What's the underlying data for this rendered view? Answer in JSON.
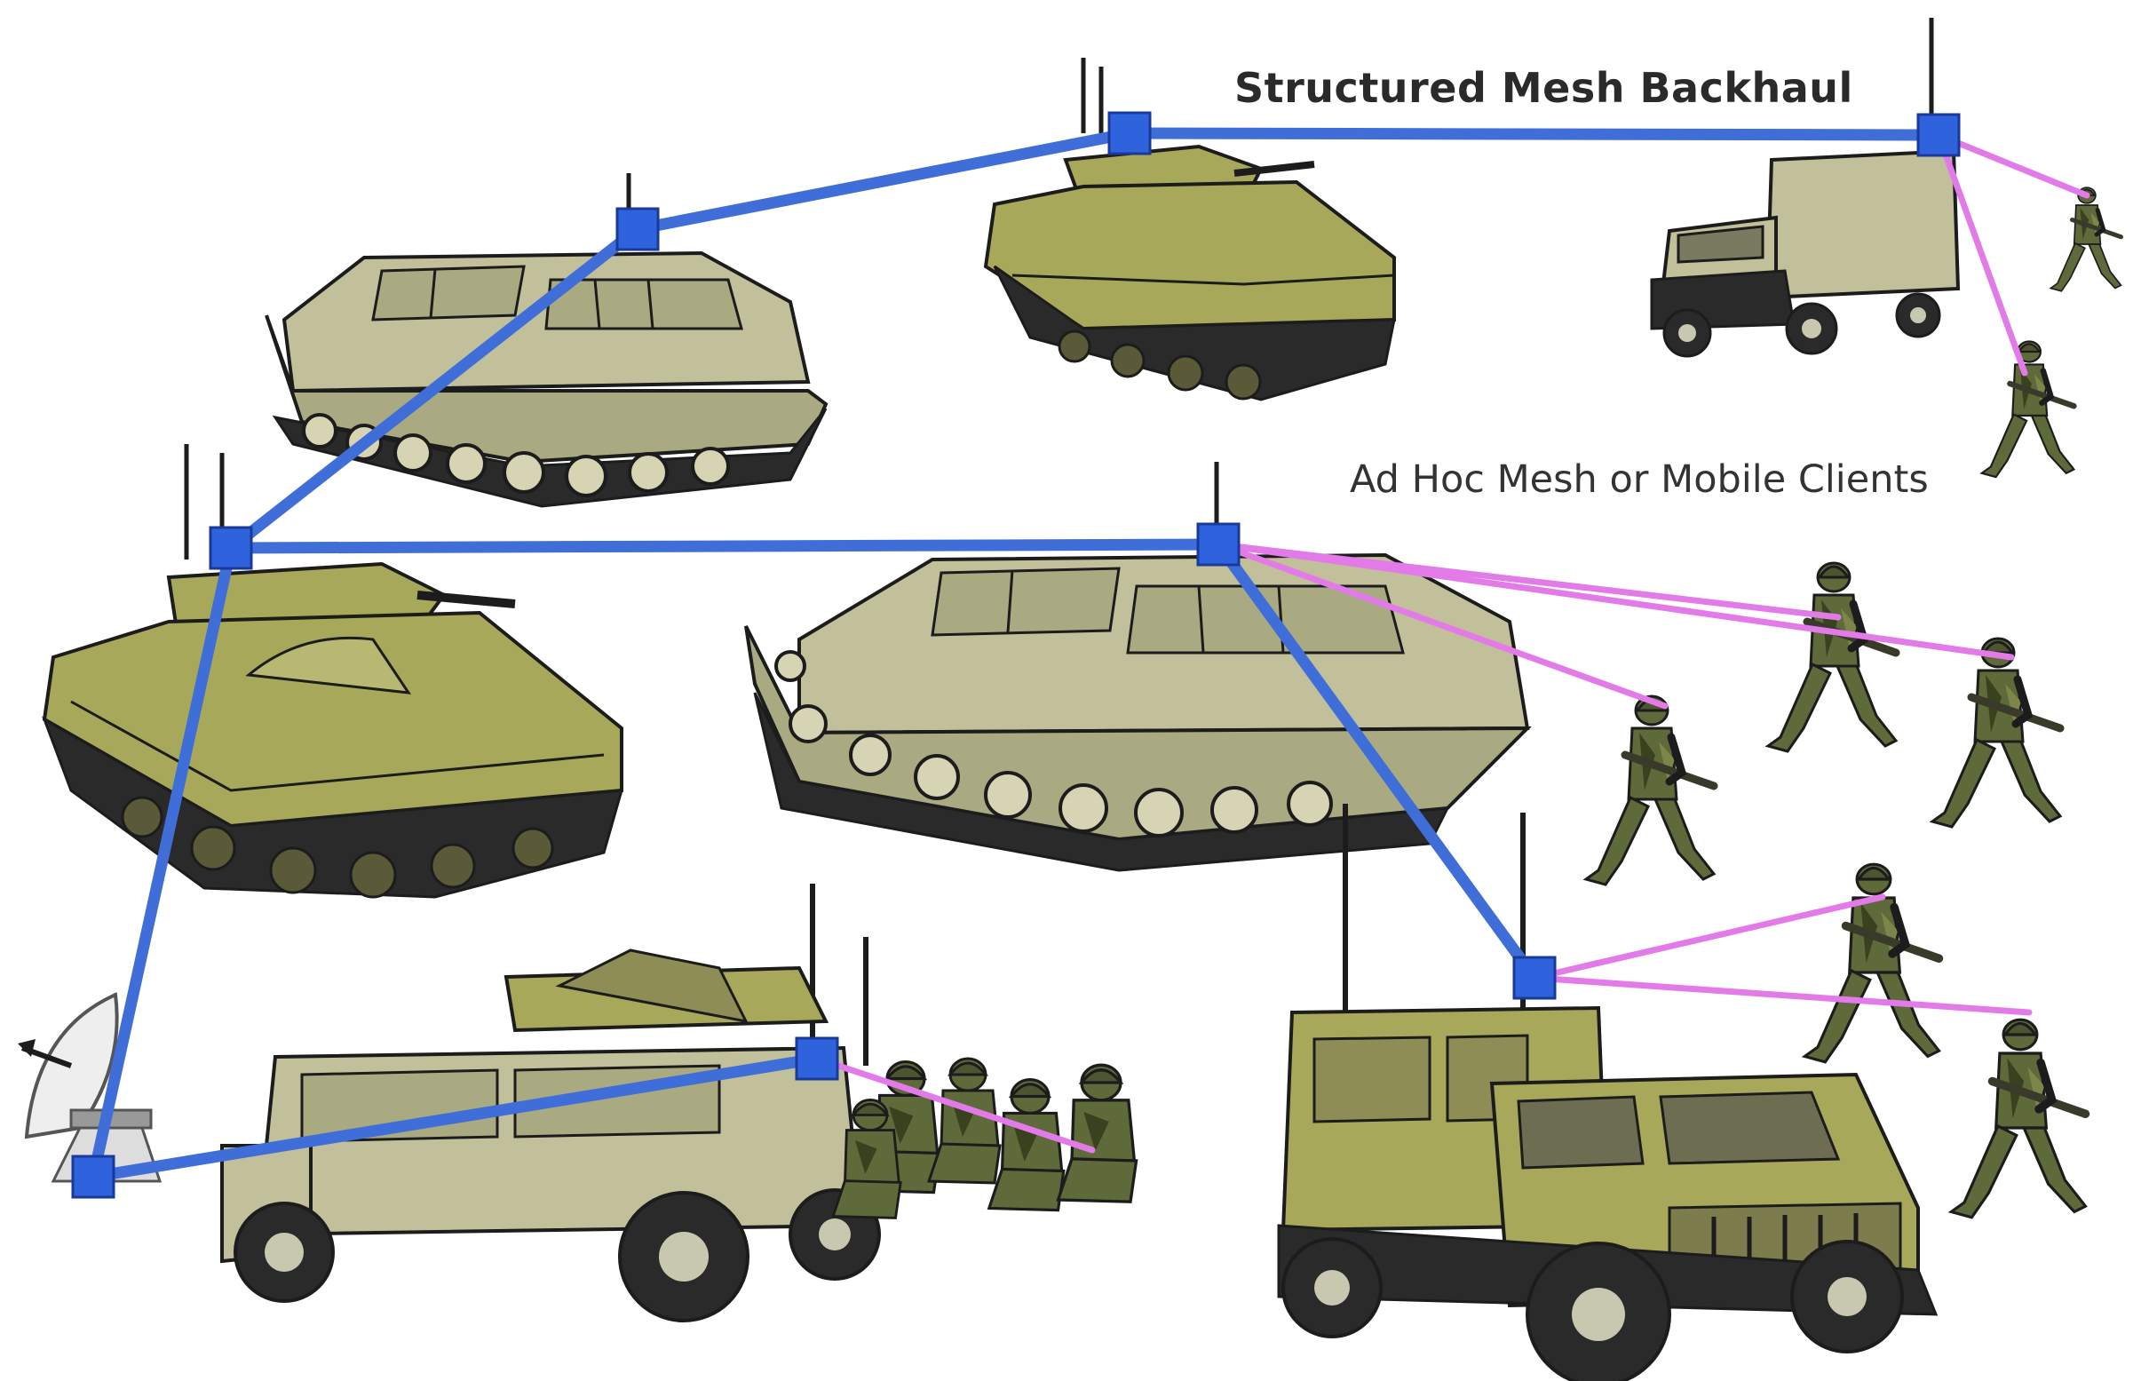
{
  "labels": {
    "backhaul": "Structured Mesh Backhaul",
    "clients": "Ad Hoc Mesh or Mobile Clients"
  },
  "colors": {
    "background": "#ffffff",
    "backhaul_link": "#3f6ed8",
    "client_link": "#e27be8",
    "node": "#2f63dd",
    "vehicle_olive": "#a8a85a",
    "vehicle_light": "#c2c09a",
    "outline": "#1c1c1c",
    "camo": "#5e6a3a"
  },
  "icons": {
    "node": "mesh-node-square",
    "vehicles": [
      "tracked-carrier",
      "ifv-tank",
      "box-truck-humvee",
      "missile-humvee",
      "shelter-humvee",
      "satellite-dish"
    ],
    "people": "soldier"
  },
  "network": {
    "nodes": [
      "carrier-top",
      "tank-top",
      "truck-top",
      "tank-mid",
      "carrier-mid",
      "dish",
      "humvee-left",
      "humvee-right"
    ],
    "backhaul_links": [
      [
        "carrier-top",
        "tank-top"
      ],
      [
        "tank-top",
        "truck-top"
      ],
      [
        "carrier-top",
        "tank-mid"
      ],
      [
        "tank-mid",
        "carrier-mid"
      ],
      [
        "tank-mid",
        "dish"
      ],
      [
        "dish",
        "humvee-left"
      ],
      [
        "carrier-mid",
        "humvee-right"
      ]
    ],
    "client_links": [
      [
        "truck-top",
        "soldier-1"
      ],
      [
        "truck-top",
        "soldier-2"
      ],
      [
        "carrier-mid",
        "soldier-3"
      ],
      [
        "carrier-mid",
        "soldier-4"
      ],
      [
        "carrier-mid",
        "soldier-5"
      ],
      [
        "humvee-right",
        "soldier-6"
      ],
      [
        "humvee-right",
        "soldier-7"
      ],
      [
        "humvee-left",
        "soldier-group"
      ]
    ]
  }
}
